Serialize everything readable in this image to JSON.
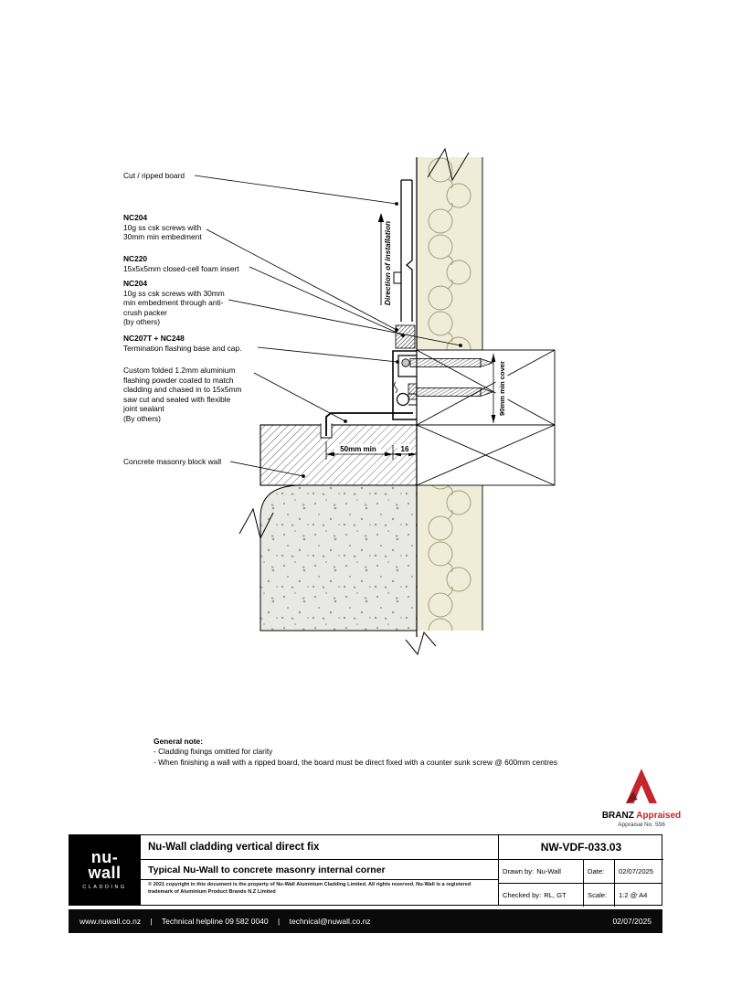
{
  "drawing": {
    "labels": [
      {
        "title": "",
        "body": "Cut / ripped board"
      },
      {
        "title": "NC204",
        "body": "10g ss csk screws with\n30mm min embedment"
      },
      {
        "title": "NC220",
        "body": "15x5x5mm closed-cell foam insert"
      },
      {
        "title": "NC204",
        "body": "10g ss csk screws with 30mm\nmin embedment through anti-\ncrush packer\n(by others)"
      },
      {
        "title": "NC207T + NC248",
        "body": "Termination flashing base and cap."
      },
      {
        "title": "",
        "body": "Custom folded  1.2mm aluminium\nflashing powder coated to match\ncladding and chased in to 15x5mm\nsaw cut and sealed with flexible\njoint sealant\n(By others)"
      },
      {
        "title": "",
        "body": "Concrete masonry block wall"
      }
    ],
    "direction_label": "Direction of installation",
    "dims": {
      "d50": "50mm min",
      "d16": "16",
      "d90": "90mm min cover"
    }
  },
  "general_note": {
    "heading": "General note:",
    "lines": [
      "- Cladding fixings omitted for clarity",
      "- When finishing a wall with a ripped board, the board must be direct fixed with a counter sunk screw @ 600mm centres"
    ]
  },
  "branz": {
    "brand": "BRANZ",
    "appraised": "Appraised",
    "appraisal_no": "Appraisal No. 556"
  },
  "title_block": {
    "logo": {
      "line1": "nu-",
      "line2": "wall",
      "sub": "CLADDING"
    },
    "series_title": "Nu-Wall cladding vertical direct fix",
    "drawing_title": "Typical Nu-Wall to concrete masonry internal corner",
    "copyright": "© 2021 copyright in this document is the property of Nu-Wall Aluminium Cladding Limited.  All rights reserved.  Nu-Wall is a registered trademark of Aluminium Product Brands N.Z Limited",
    "doc_number": "NW-VDF-033.03",
    "drawn_by_label": "Drawn by:",
    "drawn_by_value": "Nu-Wall",
    "date_label": "Date:",
    "date_value": "02/07/2025",
    "checked_by_label": "Checked by:",
    "checked_by_value": "RL, GT",
    "scale_label": "Scale:",
    "scale_value": "1:2 @ A4"
  },
  "footer": {
    "website": "www.nuwall.co.nz",
    "separator": "|",
    "helpline": "Technical helpline 09 582 0040",
    "email": "technical@nuwall.co.nz",
    "date": "02/07/2025"
  },
  "colors": {
    "brand_red": "#c4262e",
    "insulation_fill": "#efedd8",
    "black": "#000000"
  }
}
